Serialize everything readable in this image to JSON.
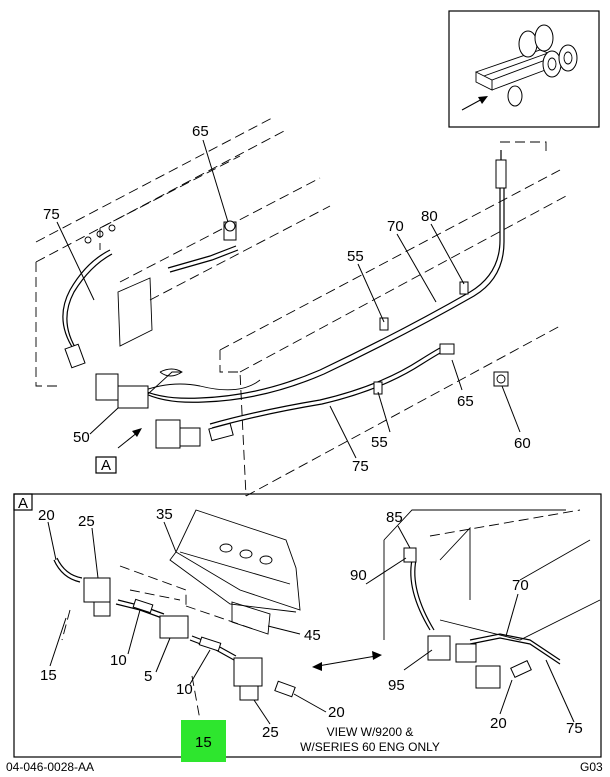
{
  "drawing_number": "04-046-0028-AA",
  "sheet": "G03",
  "view_a_label": "A",
  "detail_a_label": "A",
  "highlighted_callout": "15",
  "highlight_color": "#2ee62e",
  "note_lines": [
    "VIEW W/9200 &",
    "W/SERIES 60 ENG ONLY"
  ],
  "callouts_upper": {
    "c65a": "65",
    "c75a": "75",
    "c70a": "70",
    "c80": "80",
    "c55a": "55",
    "c65b": "65",
    "c55b": "55",
    "c60": "60",
    "c75b": "75",
    "c50": "50"
  },
  "callouts_detail": {
    "c20a": "20",
    "c25a": "25",
    "c35": "35",
    "c85": "85",
    "c90": "90",
    "c70": "70",
    "c45": "45",
    "c10a": "10",
    "c5": "5",
    "c15a": "15",
    "c10b": "10",
    "c95": "95",
    "c20b": "20",
    "c25b": "25",
    "c20c": "20",
    "c75": "75"
  }
}
